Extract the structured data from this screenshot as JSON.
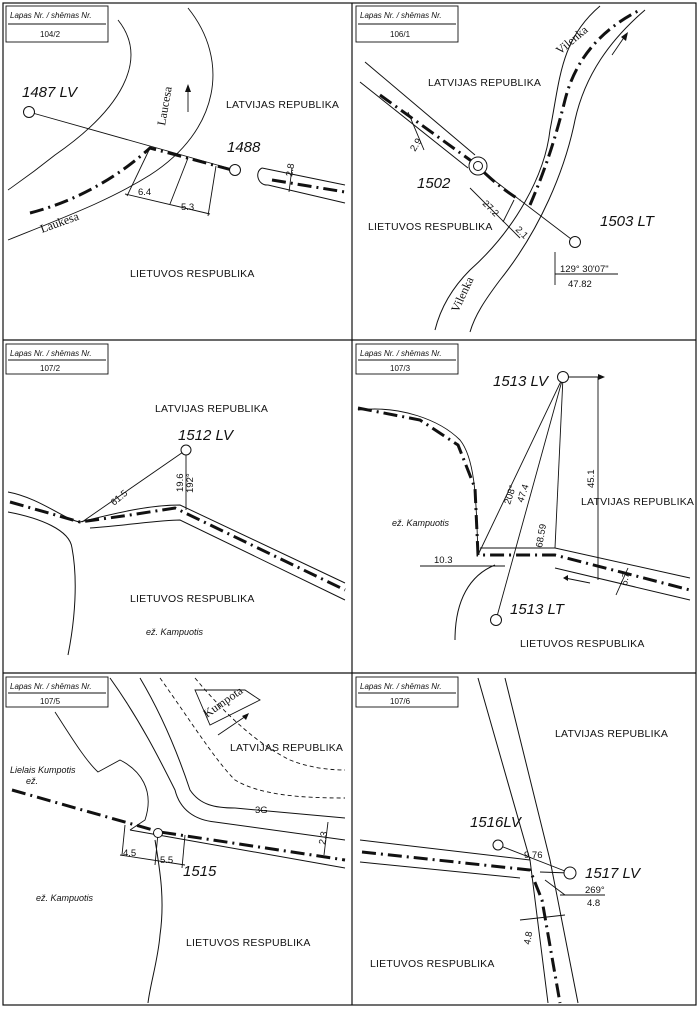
{
  "header": {
    "title": "Lapas Nr. / shēmas Nr."
  },
  "panels": [
    {
      "sheet": "104/2",
      "points": [
        "1487 LV",
        "1488"
      ],
      "dims": [
        "6.4",
        "5.3",
        "2.8"
      ],
      "rivers": [
        "Laucesa",
        "Laukesa"
      ],
      "countries": [
        "LATVIJAS REPUBLIKA",
        "LIETUVOS RESPUBLIKA"
      ]
    },
    {
      "sheet": "106/1",
      "points": [
        "1502",
        "1503 LT"
      ],
      "dims": [
        "2.9",
        "27.2",
        "2.1"
      ],
      "bearing": "129° 30'07\"",
      "distance": "47.82",
      "rivers": [
        "Vilenka",
        "Vilenka"
      ],
      "countries": [
        "LATVIJAS REPUBLIKA",
        "LIETUVOS RESPUBLIKA"
      ]
    },
    {
      "sheet": "107/2",
      "points": [
        "1512 LV"
      ],
      "dims": [
        "61.5",
        "19.6",
        "192°"
      ],
      "countries": [
        "LATVIJAS REPUBLIKA",
        "LIETUVOS RESPUBLIKA"
      ],
      "lake": "ež. Kampuotis"
    },
    {
      "sheet": "107/3",
      "points": [
        "1513 LV",
        "1513 LT"
      ],
      "dims": [
        "208°",
        "47.4",
        "68.59",
        "45.1",
        "10.3",
        "6.7"
      ],
      "countries": [
        "LATVIJAS REPUBLIKA",
        "LIETUVOS RESPUBLIKA"
      ],
      "lake": "ež. Kampuotis"
    },
    {
      "sheet": "107/5",
      "points": [
        "1515"
      ],
      "dims": [
        "4.5",
        "5.5",
        "2.3"
      ],
      "road": "3G",
      "rivers": [
        "Kumpota"
      ],
      "lake_top": [
        "Lielais Kumpotis",
        "ež."
      ],
      "countries": [
        "LATVIJAS REPUBLIKA",
        "LIETUVOS RESPUBLIKA"
      ],
      "lake": "ež. Kampuotis"
    },
    {
      "sheet": "107/6",
      "points": [
        "1516LV",
        "1517 LV"
      ],
      "dims": [
        "9.76",
        "269°",
        "4.8",
        "4.8"
      ],
      "countries": [
        "LATVIJAS REPUBLIKA",
        "LIETUVOS RESPUBLIKA"
      ]
    }
  ]
}
